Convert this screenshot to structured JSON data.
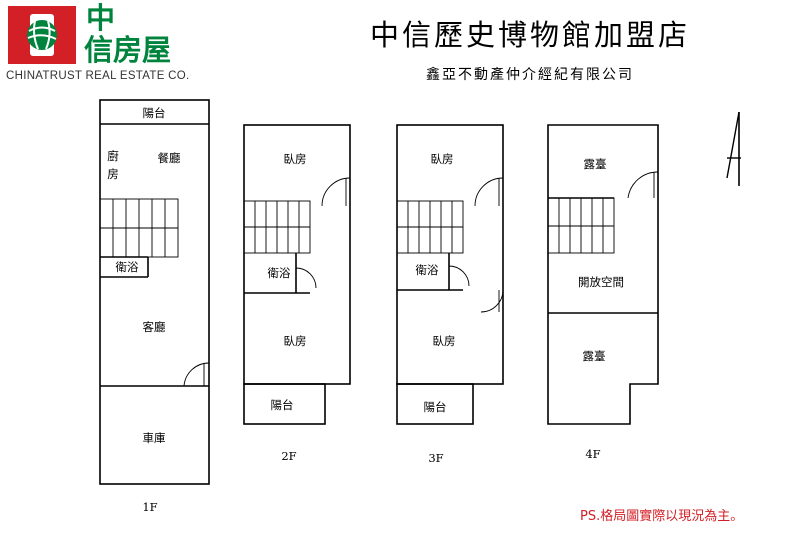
{
  "header": {
    "logo_zh_line1": "中",
    "logo_zh_line2": "信房屋",
    "logo_en": "CHINATRUST REAL ESTATE CO.",
    "title": "中信歷史博物館加盟店",
    "subtitle": "鑫亞不動產仲介經紀有限公司"
  },
  "floors": {
    "f1": {
      "label": "1F",
      "rooms": {
        "balcony": "陽台",
        "kitchen_1": "廚",
        "kitchen_2": "房",
        "dining": "餐廳",
        "bath": "衛浴",
        "living": "客廳",
        "garage": "車庫"
      }
    },
    "f2": {
      "label": "2F",
      "rooms": {
        "bedroom_top": "臥房",
        "bath": "衛浴",
        "bedroom_bottom": "臥房",
        "balcony": "陽台"
      }
    },
    "f3": {
      "label": "3F",
      "rooms": {
        "bedroom_top": "臥房",
        "bath": "衛浴",
        "bedroom_bottom": "臥房",
        "balcony": "陽台"
      }
    },
    "f4": {
      "label": "4F",
      "rooms": {
        "terrace_top": "露臺",
        "open_space": "開放空間",
        "terrace_bottom": "露臺"
      }
    }
  },
  "note": "PS.格局圖實際以現況為主。",
  "colors": {
    "brand_red": "#d32027",
    "brand_green": "#00843d"
  }
}
